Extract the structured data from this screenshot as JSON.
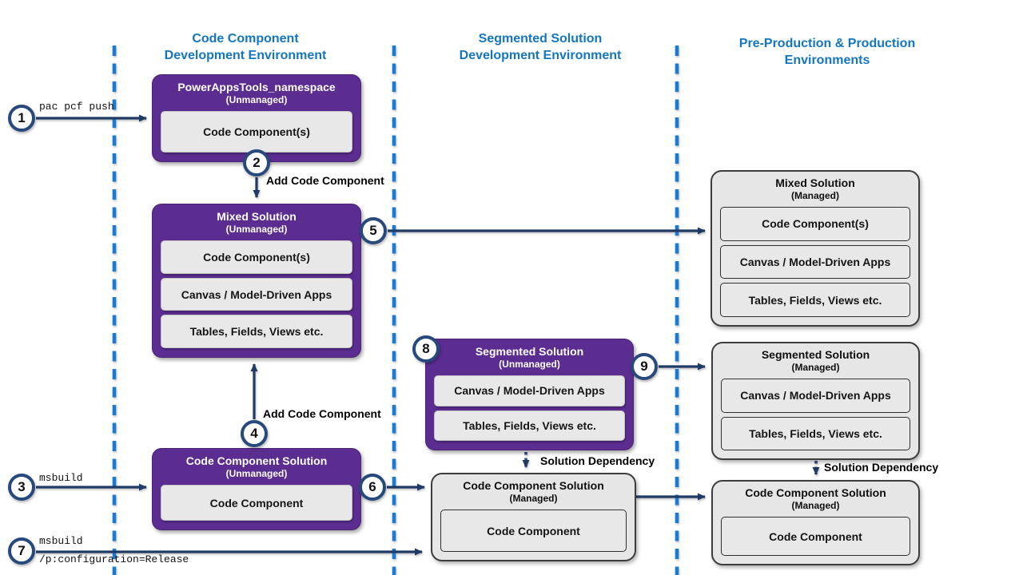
{
  "column_headers": [
    {
      "line1": "Code Component",
      "line2": "Development Environment"
    },
    {
      "line1": "Segmented Solution",
      "line2": "Development Environment"
    },
    {
      "line1": "Pre-Production & Production",
      "line2": "Environments"
    }
  ],
  "boxes": {
    "powerapps_tools": {
      "title": "PowerAppsTools_namespace",
      "subtitle": "(Unmanaged)",
      "items": [
        "Code Component(s)"
      ]
    },
    "mixed_unmanaged": {
      "title": "Mixed Solution",
      "subtitle": "(Unmanaged)",
      "items": [
        "Code Component(s)",
        "Canvas / Model-Driven Apps",
        "Tables, Fields, Views etc."
      ]
    },
    "code_component_unmanaged": {
      "title": "Code Component Solution",
      "subtitle": "(Unmanaged)",
      "items": [
        "Code Component"
      ]
    },
    "segmented_unmanaged": {
      "title": "Segmented Solution",
      "subtitle": "(Unmanaged)",
      "items": [
        "Canvas / Model-Driven Apps",
        "Tables, Fields, Views etc."
      ]
    },
    "code_component_managed_mid": {
      "title": "Code Component Solution",
      "subtitle": "(Managed)",
      "items": [
        "Code Component"
      ]
    },
    "mixed_managed": {
      "title": "Mixed Solution",
      "subtitle": "(Managed)",
      "items": [
        "Code Component(s)",
        "Canvas / Model-Driven Apps",
        "Tables, Fields, Views etc."
      ]
    },
    "segmented_managed": {
      "title": "Segmented Solution",
      "subtitle": "(Managed)",
      "items": [
        "Canvas / Model-Driven Apps",
        "Tables, Fields, Views etc."
      ]
    },
    "code_component_managed_right": {
      "title": "Code Component Solution",
      "subtitle": "(Managed)",
      "items": [
        "Code Component"
      ]
    }
  },
  "steps": {
    "s1": "1",
    "s2": "2",
    "s3": "3",
    "s4": "4",
    "s5": "5",
    "s6": "6",
    "s7": "7",
    "s8": "8",
    "s9": "9"
  },
  "labels": {
    "pac_pcf_push": "pac pcf push",
    "add_code_component_top": "Add Code Component",
    "add_code_component_bottom": "Add Code Component",
    "msbuild": "msbuild",
    "msbuild_release_line1": "msbuild",
    "msbuild_release_line2": "/p:configuration=Release",
    "solution_dependency_middle": "Solution Dependency",
    "solution_dependency_right": "Solution Dependency"
  },
  "colors": {
    "header_blue": "#1476BF",
    "unmanaged_purple": "#5C2D91",
    "arrow_navy": "#203A66",
    "dotted_arrow_navy": "#2A4E86",
    "separator_blue": "#1B7AD4",
    "circle_border_navy": "#27497C",
    "managed_gray_fill": "#E6E6E6",
    "inner_row_gray": "#E8E8E8"
  }
}
